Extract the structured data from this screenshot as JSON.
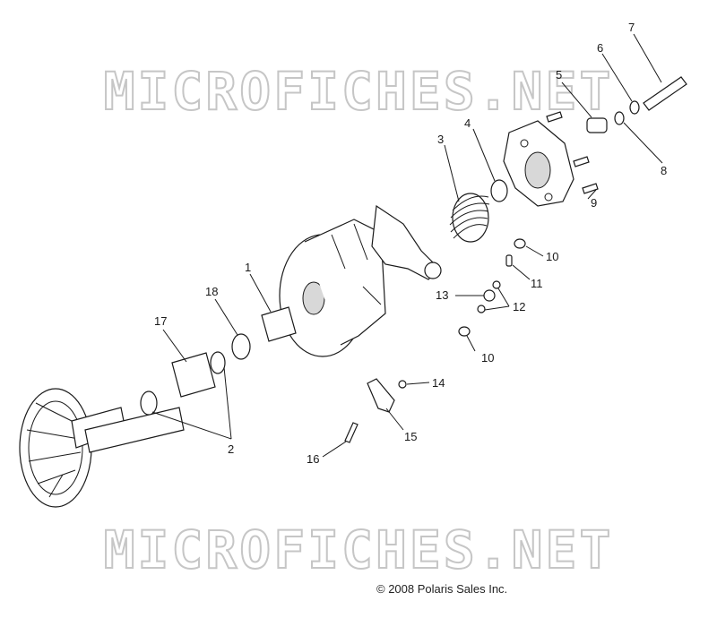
{
  "watermark": {
    "text": "MICROFICHES.NET"
  },
  "copyright": "© 2008 Polaris Sales Inc.",
  "callouts": [
    {
      "id": "c1",
      "label": "1"
    },
    {
      "id": "c2",
      "label": "2"
    },
    {
      "id": "c3",
      "label": "3"
    },
    {
      "id": "c4",
      "label": "4"
    },
    {
      "id": "c5",
      "label": "5"
    },
    {
      "id": "c6",
      "label": "6"
    },
    {
      "id": "c7",
      "label": "7"
    },
    {
      "id": "c8",
      "label": "8"
    },
    {
      "id": "c9",
      "label": "9"
    },
    {
      "id": "c10a",
      "label": "10"
    },
    {
      "id": "c10b",
      "label": "10"
    },
    {
      "id": "c11",
      "label": "11"
    },
    {
      "id": "c12",
      "label": "12"
    },
    {
      "id": "c13",
      "label": "13"
    },
    {
      "id": "c14",
      "label": "14"
    },
    {
      "id": "c15",
      "label": "15"
    },
    {
      "id": "c16",
      "label": "16"
    },
    {
      "id": "c17",
      "label": "17"
    },
    {
      "id": "c18",
      "label": "18"
    }
  ]
}
